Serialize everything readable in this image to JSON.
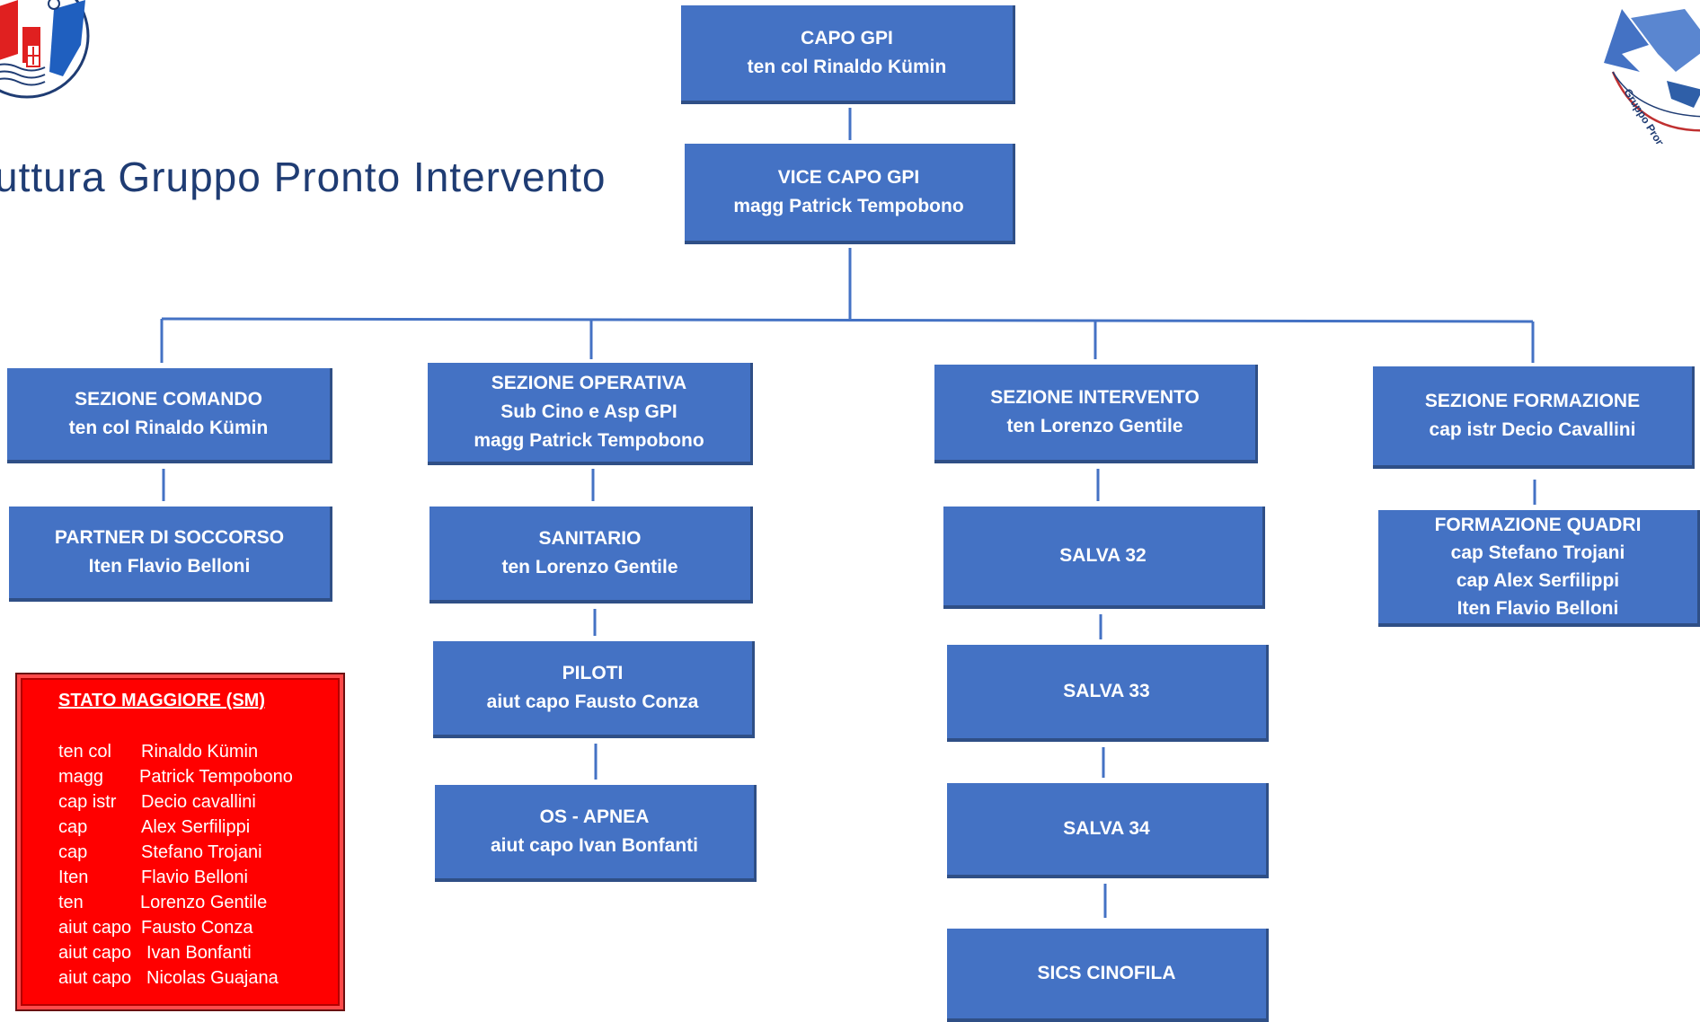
{
  "title": "uttura Gruppo Pronto Intervento",
  "logos": {
    "right_text": "Gruppo Pronto In"
  },
  "nodes": {
    "capo": [
      "CAPO GPI",
      "ten col Rinaldo Kümin"
    ],
    "vice": [
      "VICE CAPO GPI",
      "magg Patrick Tempobono"
    ],
    "comando": [
      "SEZIONE COMANDO",
      "ten col Rinaldo Kümin"
    ],
    "partner": [
      "PARTNER DI SOCCORSO",
      "Iten Flavio Belloni"
    ],
    "operativa": [
      "SEZIONE OPERATIVA",
      "Sub Cino e Asp GPI",
      "magg Patrick Tempobono"
    ],
    "sanitario": [
      "SANITARIO",
      "ten Lorenzo Gentile"
    ],
    "piloti": [
      "PILOTI",
      "aiut capo Fausto Conza"
    ],
    "os": [
      "OS - APNEA",
      "aiut capo Ivan Bonfanti"
    ],
    "intervento": [
      "SEZIONE INTERVENTO",
      "ten Lorenzo Gentile"
    ],
    "salva32": [
      "SALVA 32"
    ],
    "salva33": [
      "SALVA 33"
    ],
    "salva34": [
      "SALVA 34"
    ],
    "sics": [
      "SICS CINOFILA"
    ],
    "formazione": [
      "SEZIONE FORMAZIONE",
      "cap istr Decio Cavallini"
    ],
    "quadri": [
      "FORMAZIONE QUADRI",
      "cap Stefano Trojani",
      "cap Alex Serfilippi",
      "Iten Flavio Belloni"
    ]
  },
  "stato_maggiore": {
    "heading": "STATO MAGGIORE (SM)",
    "members": [
      {
        "rank": "ten col",
        "name": "Rinaldo Kümin"
      },
      {
        "rank": "magg",
        "name": "Patrick Tempobono"
      },
      {
        "rank": "cap istr",
        "name": "Decio cavallini"
      },
      {
        "rank": "cap",
        "name": "Alex Serfilippi"
      },
      {
        "rank": "cap",
        "name": "Stefano Trojani"
      },
      {
        "rank": "Iten",
        "name": "Flavio Belloni"
      },
      {
        "rank": "ten",
        "name": "Lorenzo Gentile"
      },
      {
        "rank": "aiut capo",
        "name": "Fausto Conza"
      },
      {
        "rank": "aiut capo",
        "name": "Ivan Bonfanti"
      },
      {
        "rank": "aiut capo",
        "name": "Nicolas Guajana"
      }
    ]
  },
  "colors": {
    "box": "#4472C4",
    "box_edge": "#2F4F86",
    "connector": "#4472C4",
    "sm_bg": "#FF0000",
    "title": "#1F3C73"
  }
}
